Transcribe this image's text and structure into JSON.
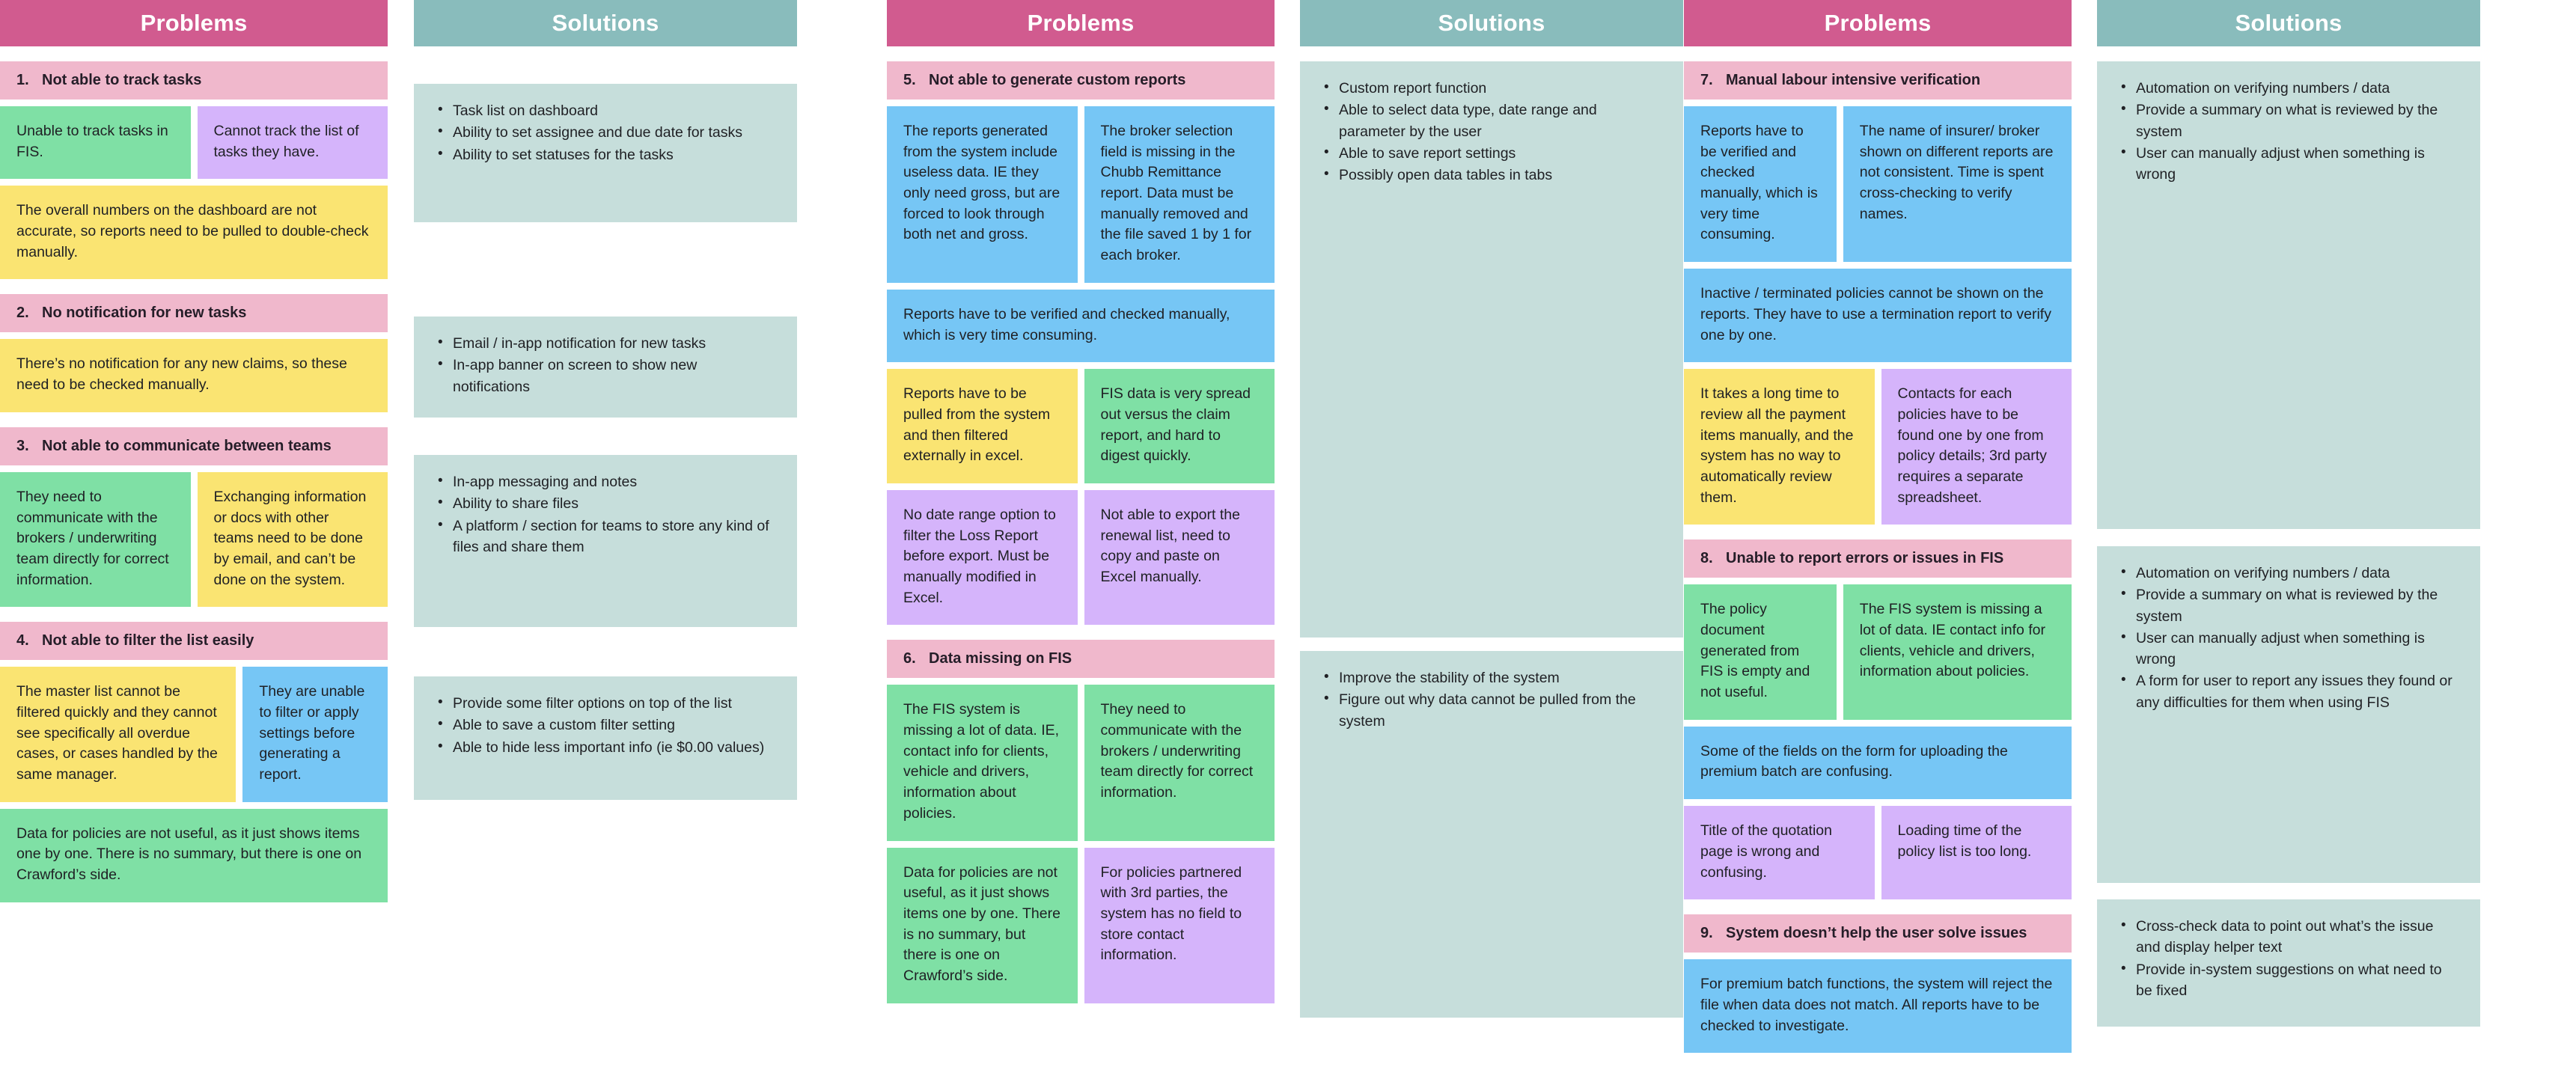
{
  "headers": {
    "problems": "Problems",
    "solutions": "Solutions"
  },
  "colors": {
    "problems_header": "#d15b8f",
    "solutions_header": "#89bcbc",
    "problem_title": "#f0b8cc",
    "solution_body": "#c6dedb",
    "note_green": "#7fe0a5",
    "note_purple": "#d5b4fb",
    "note_yellow": "#fae472",
    "note_blue": "#76c6f5"
  },
  "groups": [
    {
      "problems": [
        {
          "num": "1.",
          "title": "Not able to track tasks",
          "rows": [
            {
              "notes": [
                {
                  "color": "green",
                  "text": "Unable to track tasks in FIS."
                },
                {
                  "color": "purple",
                  "text": "Cannot track the list of tasks they have."
                }
              ]
            },
            {
              "notes": [
                {
                  "color": "yellow",
                  "text": "The overall numbers on the dashboard are not accurate, so reports need to be pulled to double-check manually."
                }
              ]
            }
          ]
        },
        {
          "num": "2.",
          "title": "No notification for new tasks",
          "rows": [
            {
              "notes": [
                {
                  "color": "yellow",
                  "text": "There’s no notification for any new claims, so these need to be checked manually."
                }
              ]
            }
          ]
        },
        {
          "num": "3.",
          "title": "Not able to communicate between teams",
          "rows": [
            {
              "notes": [
                {
                  "color": "green",
                  "text": "They need to communicate with the brokers / underwriting team directly for correct information."
                },
                {
                  "color": "yellow",
                  "text": "Exchanging information or docs with other teams need to be done by email, and can’t be done on the system."
                }
              ]
            }
          ]
        },
        {
          "num": "4.",
          "title": "Not able to filter the list easily",
          "rows": [
            {
              "notes": [
                {
                  "color": "yellow",
                  "text": "The master list cannot be filtered quickly and they cannot see specifically all overdue cases, or cases handled by the same manager."
                },
                {
                  "color": "blue",
                  "text": "They are unable to filter or apply settings before generating a report."
                }
              ]
            },
            {
              "notes": [
                {
                  "color": "green",
                  "text": "Data for policies are not useful, as it just shows items one by one. There is no summary, but there is one on Crawford’s side."
                }
              ]
            }
          ]
        }
      ],
      "solutions": [
        {
          "items": [
            "Task list on dashboard",
            "Ability to set assignee and due date for tasks",
            "Ability to set statuses for the tasks"
          ]
        },
        {
          "items": [
            "Email / in-app notification for new tasks",
            "In-app banner on screen to show new notifications"
          ]
        },
        {
          "items": [
            "In-app messaging and notes",
            "Ability to share files",
            "A platform / section for teams to store any kind of files and share them"
          ]
        },
        {
          "items": [
            "Provide some filter options on top of the list",
            "Able to save a custom filter setting",
            "Able to hide less important info (ie $0.00 values)"
          ]
        }
      ]
    },
    {
      "problems": [
        {
          "num": "5.",
          "title": "Not able to generate custom reports",
          "rows": [
            {
              "notes": [
                {
                  "color": "blue",
                  "text": "The reports generated from the system include useless data. IE they only need gross, but are forced to look through both net and gross."
                },
                {
                  "color": "blue",
                  "text": "The broker selection field is missing in the Chubb Remittance report. Data must be manually removed and the file saved 1 by 1 for each broker."
                }
              ]
            },
            {
              "notes": [
                {
                  "color": "blue",
                  "text": "Reports have to be verified and checked manually, which is very time consuming."
                }
              ]
            },
            {
              "notes": [
                {
                  "color": "yellow",
                  "text": "Reports have to be pulled from the system and then filtered externally in excel."
                },
                {
                  "color": "green",
                  "text": "FIS data is very spread out versus the claim report, and hard to digest quickly."
                }
              ]
            },
            {
              "notes": [
                {
                  "color": "purple",
                  "text": "No date range option to filter the Loss Report before export. Must be manually modified in Excel."
                },
                {
                  "color": "purple",
                  "text": "Not able to export the renewal list, need to copy and paste on Excel manually."
                }
              ]
            }
          ]
        },
        {
          "num": "6.",
          "title": "Data missing on FIS",
          "rows": [
            {
              "notes": [
                {
                  "color": "green",
                  "text": "The FIS system is missing a lot of data. IE, contact info for clients, vehicle and drivers, information about policies."
                },
                {
                  "color": "green",
                  "text": "They need to communicate with the brokers / underwriting team directly for correct information."
                }
              ]
            },
            {
              "notes": [
                {
                  "color": "green",
                  "text": "Data for policies are not useful, as it just shows items one by one. There is no summary, but there is one on Crawford’s side."
                },
                {
                  "color": "purple",
                  "text": "For policies partnered with 3rd parties, the system has no field to store contact information."
                }
              ]
            }
          ]
        }
      ],
      "solutions": [
        {
          "items": [
            "Custom report function",
            "Able to select data type, date range and parameter by the user",
            "Able to save report settings",
            "Possibly open data tables in tabs"
          ]
        },
        {
          "items": [
            "Improve the stability of the system",
            "Figure out why data cannot be pulled from the system"
          ]
        }
      ]
    },
    {
      "problems": [
        {
          "num": "7.",
          "title": "Manual labour intensive verification",
          "rows": [
            {
              "notes": [
                {
                  "color": "blue",
                  "text": "Reports have to be verified and checked manually, which is very time consuming."
                },
                {
                  "color": "blue",
                  "text": "The name of insurer/ broker shown on different reports are not consistent. Time is spent cross-checking to verify names."
                }
              ]
            },
            {
              "notes": [
                {
                  "color": "blue",
                  "text": "Inactive / terminated policies cannot be shown on the reports. They have to use a termination report to verify one by one."
                }
              ]
            },
            {
              "notes": [
                {
                  "color": "yellow",
                  "text": "It takes a long time to review all the payment items manually, and the system has no way to automatically review them."
                },
                {
                  "color": "purple",
                  "text": "Contacts for each policies have to be found one by one from policy details; 3rd party requires a separate spreadsheet."
                }
              ]
            }
          ]
        },
        {
          "num": "8.",
          "title": "Unable to report errors or issues in FIS",
          "rows": [
            {
              "notes": [
                {
                  "color": "green",
                  "text": "The policy document generated from FIS is empty and not useful."
                },
                {
                  "color": "green",
                  "text": "The FIS system is missing a lot of data. IE contact info for clients, vehicle and drivers, information about policies."
                }
              ]
            },
            {
              "notes": [
                {
                  "color": "blue",
                  "text": "Some of the fields on the form for uploading the premium batch are confusing."
                }
              ]
            },
            {
              "notes": [
                {
                  "color": "purple",
                  "text": "Title of the quotation page is wrong and confusing."
                },
                {
                  "color": "purple",
                  "text": "Loading time of the policy list is too long."
                }
              ]
            }
          ]
        },
        {
          "num": "9.",
          "title": "System doesn’t help the user solve issues",
          "rows": [
            {
              "notes": [
                {
                  "color": "blue",
                  "text": "For premium batch functions, the system will reject the file when data does not match. All reports have to be checked to investigate."
                }
              ]
            }
          ]
        }
      ],
      "solutions": [
        {
          "items": [
            "Automation on verifying numbers / data",
            "Provide a summary on what is reviewed by the system",
            "User can manually adjust when something is wrong"
          ]
        },
        {
          "items": [
            "Automation on verifying numbers / data",
            "Provide a summary on what is reviewed by the system",
            "User can manually adjust when something is wrong",
            "A form for user to report any issues they found or any difficulties for them when using FIS"
          ]
        },
        {
          "items": [
            "Cross-check data to point out what’s the issue and display helper text",
            "Provide in-system suggestions on what need to be fixed"
          ]
        }
      ]
    }
  ],
  "layout": {
    "group1": {
      "problem_block_heights": [
        null,
        null,
        null,
        null
      ],
      "solution_block_tops": [
        112,
        423,
        608,
        904
      ],
      "solution_block_heights": [
        185,
        135,
        230,
        165
      ]
    },
    "group2": {
      "solution_block_tops": [
        75,
        905
      ],
      "solution_block_heights": [
        770,
        490
      ]
    },
    "group3": {
      "solution_block_tops": [
        75,
        743,
        1237
      ],
      "solution_block_heights": [
        625,
        450,
        170
      ]
    }
  }
}
